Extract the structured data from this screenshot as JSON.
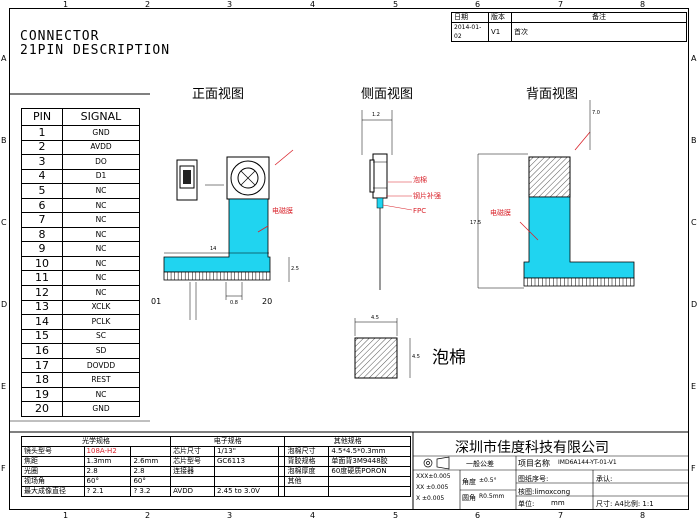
{
  "title": {
    "line1": "CONNECTOR",
    "line2": "21PIN DESCRIPTION"
  },
  "grid": {
    "columns": [
      "1",
      "2",
      "3",
      "4",
      "5",
      "6",
      "7",
      "8"
    ],
    "rows": [
      "A",
      "B",
      "C",
      "D",
      "E",
      "F"
    ]
  },
  "revision_table": {
    "headers": [
      "日期",
      "版本",
      "备注"
    ],
    "row": [
      "2014-01-02",
      "V1",
      "首次"
    ]
  },
  "views": {
    "front": "正面视图",
    "side": "侧面视图",
    "back": "背面视图"
  },
  "labels": {
    "foam_big": "泡棉",
    "foam": "泡棉",
    "stiffener": "钢片补强",
    "fpc": "FPC",
    "em_film_front": "电磁膜",
    "em_film_back": "电磁膜",
    "pin01": "01",
    "pin20": "20"
  },
  "pin_table": {
    "header_pin": "PIN",
    "header_signal": "SIGNAL",
    "rows": [
      {
        "pin": "1",
        "signal": "GND"
      },
      {
        "pin": "2",
        "signal": "AVDD"
      },
      {
        "pin": "3",
        "signal": "DO"
      },
      {
        "pin": "4",
        "signal": "D1"
      },
      {
        "pin": "5",
        "signal": "NC"
      },
      {
        "pin": "6",
        "signal": "NC"
      },
      {
        "pin": "7",
        "signal": "NC"
      },
      {
        "pin": "8",
        "signal": "NC"
      },
      {
        "pin": "9",
        "signal": "NC"
      },
      {
        "pin": "10",
        "signal": "NC"
      },
      {
        "pin": "11",
        "signal": "NC"
      },
      {
        "pin": "12",
        "signal": "NC"
      },
      {
        "pin": "13",
        "signal": "XCLK"
      },
      {
        "pin": "14",
        "signal": "PCLK"
      },
      {
        "pin": "15",
        "signal": "SC"
      },
      {
        "pin": "16",
        "signal": "SD"
      },
      {
        "pin": "17",
        "signal": "DOVDD"
      },
      {
        "pin": "18",
        "signal": "REST"
      },
      {
        "pin": "19",
        "signal": "NC"
      },
      {
        "pin": "20",
        "signal": "GND"
      }
    ]
  },
  "spec": {
    "optical": "光学规格",
    "electrical": "电子规格",
    "other": "其他规格",
    "rows": [
      [
        "镜头型号",
        "108A-H2",
        "",
        "芯片尺寸",
        "1/13\"",
        "",
        "泡棉尺寸",
        "4.5*4.5*0.3mm"
      ],
      [
        "焦距",
        "1.3mm",
        "2.6mm",
        "芯片型号",
        "GC6113",
        "",
        "背胶规格",
        "单面背3M9448胶"
      ],
      [
        "光圈",
        "2.8",
        "2.8",
        "连接器",
        "",
        "",
        "泡棉厚度",
        "60度硬质PORON"
      ],
      [
        "视场角",
        "60°",
        "60°",
        "",
        "",
        "",
        "其他",
        ""
      ],
      [
        "最大成像直径",
        "? 2.1",
        "? 3.2",
        "AVDD",
        "2.45 to 3.0V",
        "",
        "",
        ""
      ]
    ]
  },
  "title_block": {
    "company": "深圳市佳度科技有限公司",
    "tolerance_label": "一般公差",
    "project_label": "项目名称",
    "project_value": "IMD6A144-YT-01-V1",
    "tol_xxx": "XXX±0.005",
    "tol_xx": "XX ±0.005",
    "tol_x": "X ±0.005",
    "angle": "角度",
    "angle_val": "±0.5°",
    "round": "圆角",
    "round_val": "R0.5mm",
    "drawing_no": "图纸序号:",
    "verified": "核图:limoxcong",
    "unit": "单位:",
    "unit_val": "mm",
    "approve": "承认:",
    "size": "尺寸: A4比例: 1:1"
  },
  "dimensions": {
    "d_top": "0.8",
    "d_side": "1.2",
    "d_len": "14",
    "d_h": "2.5",
    "d_foam_w": "4.5",
    "d_foam_h": "4.5",
    "d_total": "17.5",
    "d_w": "7.0"
  }
}
